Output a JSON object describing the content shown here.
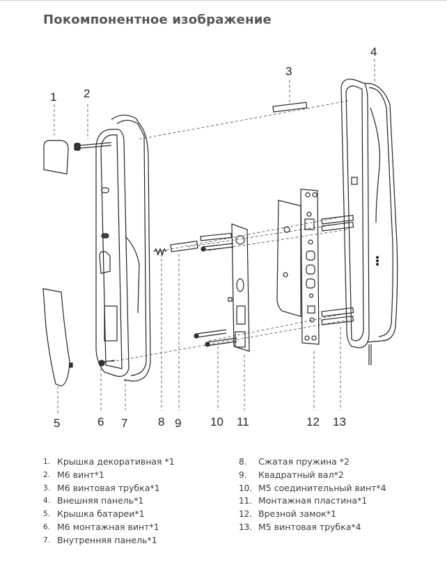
{
  "title": "Покомпонентное изображение",
  "diagram": {
    "callouts": [
      "1",
      "2",
      "3",
      "4",
      "5",
      "6",
      "7",
      "8",
      "9",
      "10",
      "11",
      "12",
      "13"
    ]
  },
  "legend": {
    "left": [
      {
        "num": "1.",
        "text": "Крышка декоративная *1"
      },
      {
        "num": "2.",
        "text": "M6 винт*1"
      },
      {
        "num": "3.",
        "text": "M6 винтовая трубка*1"
      },
      {
        "num": "4.",
        "text": "Внешняя панель*1"
      },
      {
        "num": "5.",
        "text": "Крышка батареи*1"
      },
      {
        "num": "6.",
        "text": "M6 монтажная винт*1"
      },
      {
        "num": "7.",
        "text": "Внутренняя панель*1"
      }
    ],
    "right": [
      {
        "num": "8.",
        "text": "Сжатая пружина *2"
      },
      {
        "num": "9.",
        "text": "Квадратный вал*2"
      },
      {
        "num": "10.",
        "text": "M5 соединительный винт*4"
      },
      {
        "num": "11.",
        "text": "Монтажная пластина*1"
      },
      {
        "num": "12.",
        "text": "Врезной замок*1"
      },
      {
        "num": "13.",
        "text": "M5 винтовая трубка*4"
      }
    ]
  }
}
